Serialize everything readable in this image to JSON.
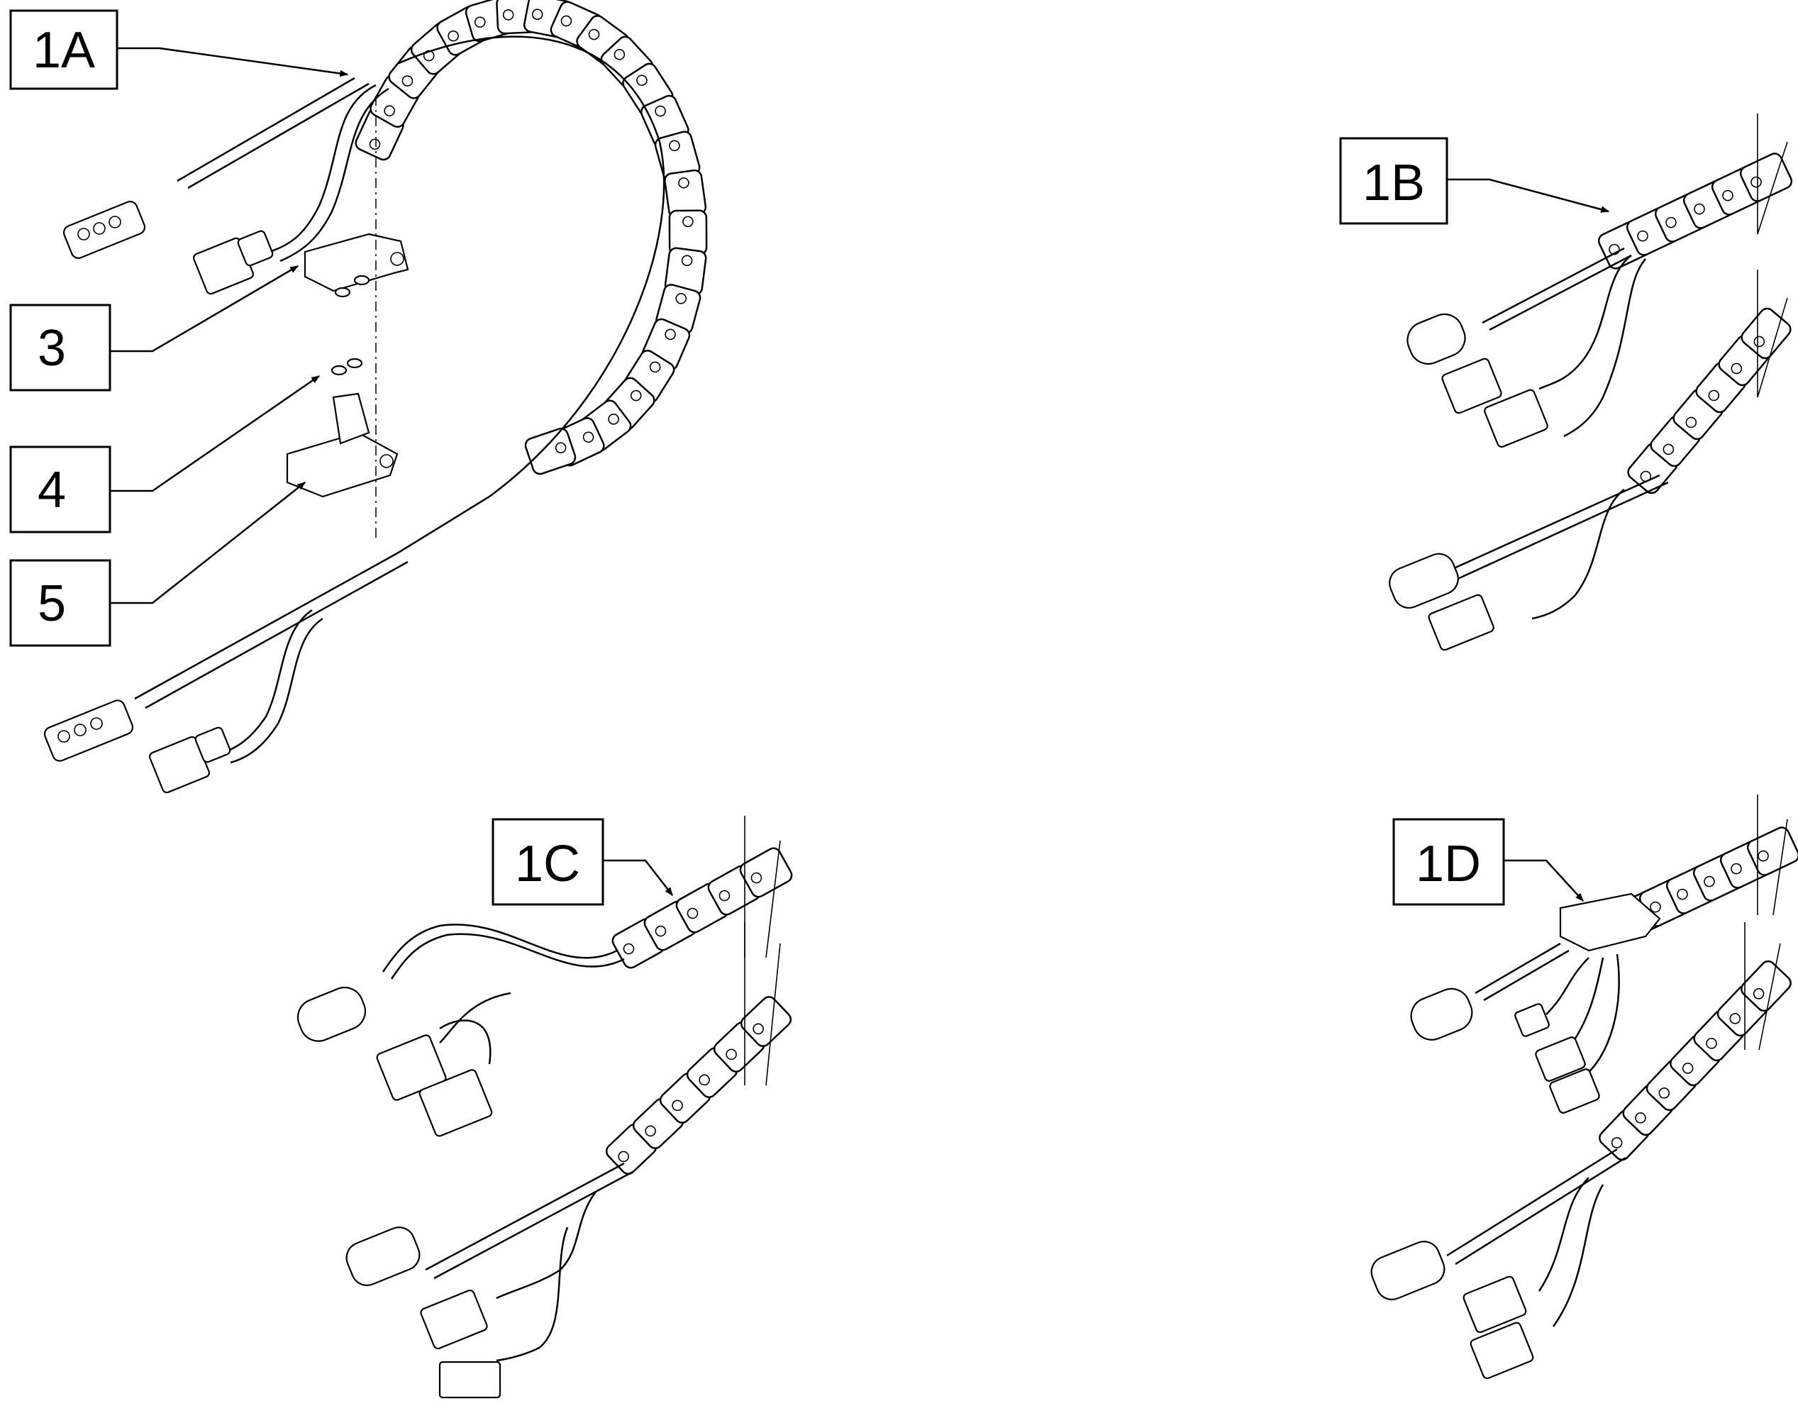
{
  "callouts": {
    "1A": "1A",
    "1B": "1B",
    "1C": "1C",
    "1D": "1D",
    "3": "3",
    "4": "4",
    "5": "5"
  },
  "icons": [
    "drag-chain",
    "cable-harness",
    "connector",
    "mounting-bracket",
    "screw"
  ]
}
